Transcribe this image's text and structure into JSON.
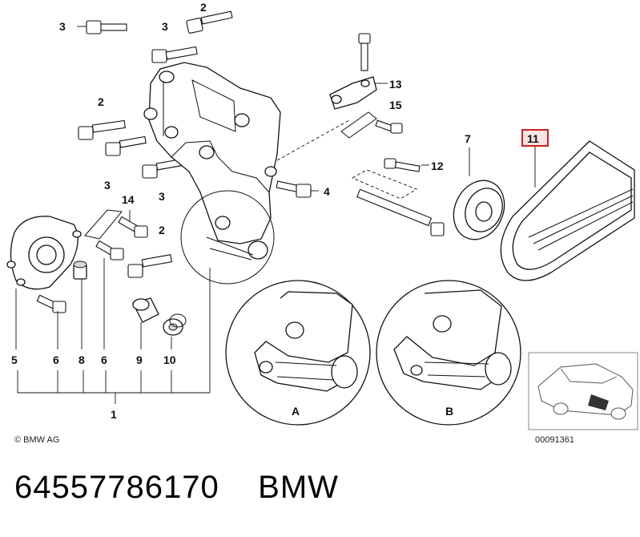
{
  "callouts": {
    "c3_top": "3",
    "c2_top": "2",
    "c3_upper": "3",
    "c13": "13",
    "c2_left": "2",
    "c15": "15",
    "c7": "7",
    "c11": "11",
    "c3_mid": "3",
    "c12": "12",
    "c3_low": "3",
    "c4": "4",
    "c14": "14",
    "c2_low": "2",
    "c5": "5",
    "c6_a": "6",
    "c8": "8",
    "c6_b": "6",
    "c9": "9",
    "c10": "10",
    "c1": "1"
  },
  "detail_labels": {
    "a": "A",
    "b": "B"
  },
  "copyright": "© BMW AG",
  "image_number": "00091361",
  "footer": {
    "part_number": "64557786170",
    "brand": "BMW"
  },
  "colors": {
    "highlight_box": "#cc2222",
    "highlight_fill": "#f7e3e3"
  }
}
